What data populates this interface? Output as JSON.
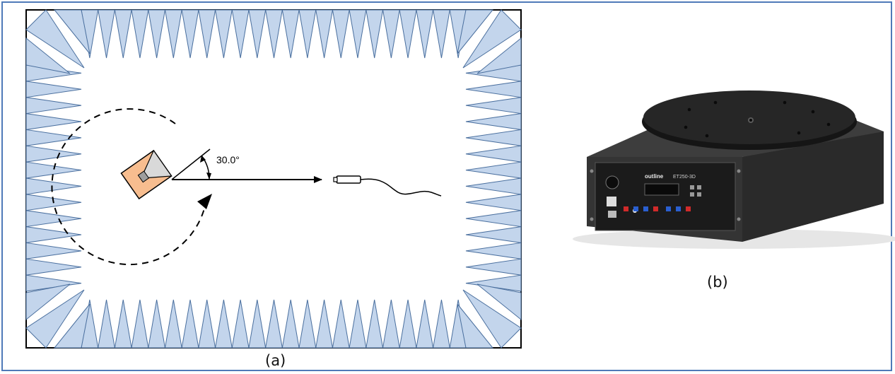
{
  "figure_a": {
    "angle_label": "30.0°",
    "caption": "(a)",
    "colors": {
      "absorber_fill": "#c3d5ec",
      "absorber_stroke": "#4a6f9e",
      "antenna_fill": "#f7bd8f",
      "antenna_horn": "#d6d6d6",
      "line": "#000000"
    }
  },
  "figure_b": {
    "caption": "(b)",
    "device_brand": "outline",
    "device_model": "ET250-3D",
    "colors": {
      "body": "#2e2e2e",
      "panel": "#1a1a1a",
      "button_red": "#d02a2a",
      "button_blue": "#2a5fd0"
    }
  }
}
